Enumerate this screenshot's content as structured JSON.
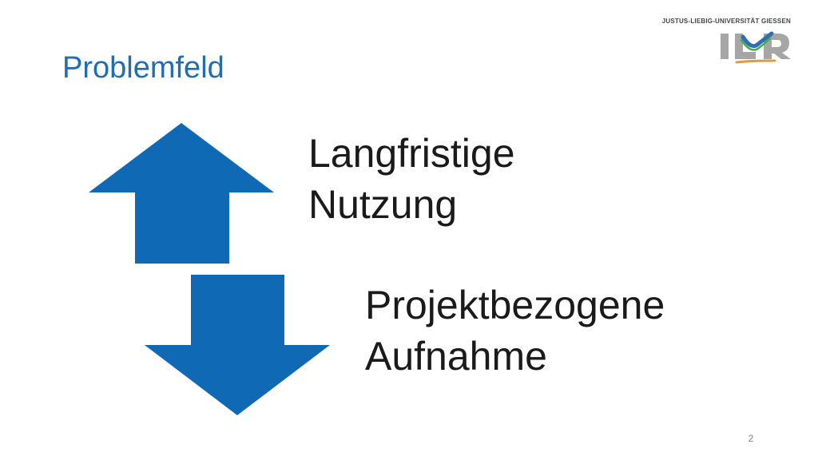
{
  "slide": {
    "title": "Problemfeld",
    "page_number": "2"
  },
  "logo": {
    "caption": "JUSTUS-LIEBIG-UNIVERSITÄT GIESSEN",
    "mark_text": "ILR"
  },
  "labels": {
    "top_line1": "Langfristige",
    "top_line2": "Nutzung",
    "bottom_line1": "Projektbezogene",
    "bottom_line2": "Aufnahme"
  },
  "colors": {
    "title": "#1f6db4",
    "arrow": "#0f69b4",
    "text": "#1a1a1a",
    "logo_gray": "#a6a6a6",
    "logo_blue": "#2e6db0",
    "logo_green": "#3fae49",
    "logo_orange": "#e39a3b"
  },
  "icons": {
    "up": "arrow-up-icon",
    "down": "arrow-down-icon"
  }
}
